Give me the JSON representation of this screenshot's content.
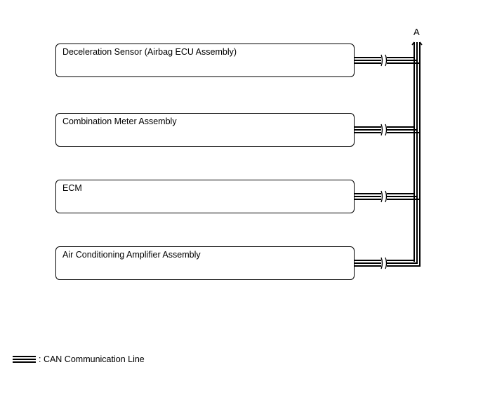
{
  "diagram": {
    "bus_label": "A",
    "components": [
      {
        "label": "Deceleration Sensor (Airbag ECU Assembly)"
      },
      {
        "label": "Combination Meter Assembly"
      },
      {
        "label": "ECM"
      },
      {
        "label": "Air Conditioning Amplifier Assembly"
      }
    ],
    "legend": {
      "text": ": CAN Communication Line"
    },
    "colors": {
      "line": "#000000",
      "background": "#ffffff"
    }
  }
}
